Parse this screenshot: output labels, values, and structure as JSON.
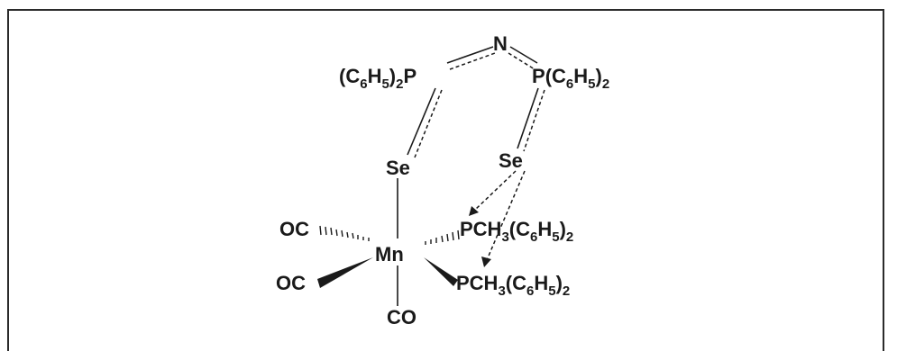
{
  "diagram": {
    "labels": {
      "n": "N",
      "p_left_group": "(C",
      "p_left_sub1": "6",
      "p_left_h": "H",
      "p_left_sub2": "5",
      "p_left_close": ")",
      "p_left_sub3": "2",
      "p_left_atom": "P",
      "p_right_atom": "P",
      "p_right_group": "(C",
      "p_right_sub1": "6",
      "p_right_h": "H",
      "p_right_sub2": "5",
      "p_right_close": ")",
      "p_right_sub3": "2",
      "se_left": "Se",
      "se_right": "Se",
      "oc_top": "OC",
      "oc_bottom": "OC",
      "mn": "Mn",
      "co": "CO",
      "pch3_top_main": "PCH",
      "pch3_top_sub1": "3",
      "pch3_top_c": "(C",
      "pch3_top_sub2": "6",
      "pch3_top_h": "H",
      "pch3_top_sub3": "5",
      "pch3_top_close": ")",
      "pch3_top_sub4": "2",
      "pch3_bot_main": "PCH",
      "pch3_bot_sub1": "3",
      "pch3_bot_c": "(C",
      "pch3_bot_sub2": "6",
      "pch3_bot_h": "H",
      "pch3_bot_sub3": "5",
      "pch3_bot_close": ")",
      "pch3_bot_sub4": "2"
    }
  }
}
